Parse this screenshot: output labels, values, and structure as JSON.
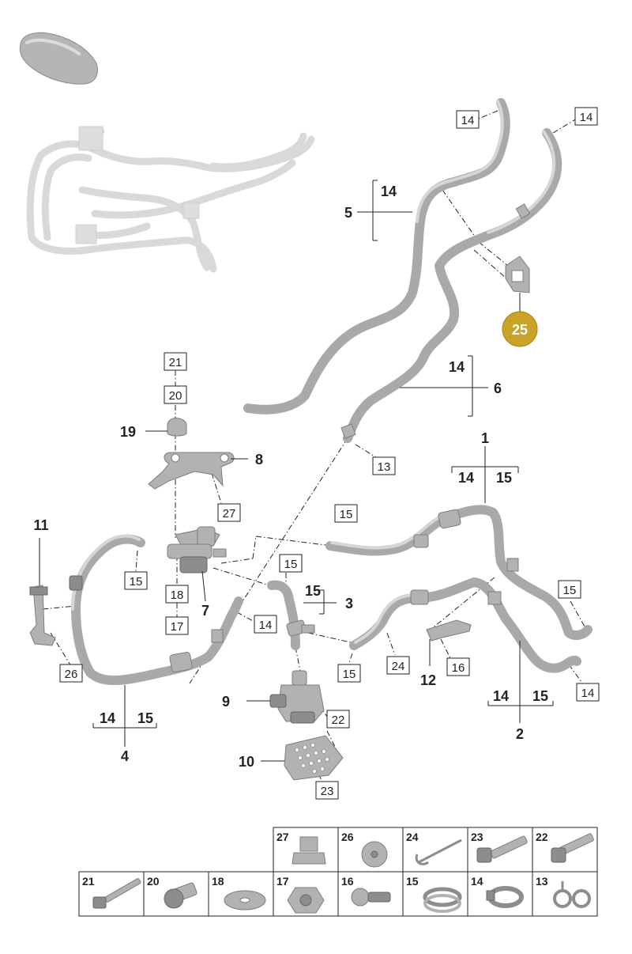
{
  "callouts": {
    "c1": "1",
    "c2": "2",
    "c3": "3",
    "c4": "4",
    "c5": "5",
    "c6": "6",
    "c7": "7",
    "c8": "8",
    "c9": "9",
    "c10": "10",
    "c11": "11",
    "c12": "12",
    "c19": "19",
    "c25": "25"
  },
  "bracket_refs": {
    "b5": "14",
    "b6": "14",
    "b1": [
      "14",
      "15"
    ],
    "b2": [
      "14",
      "15"
    ],
    "b4": [
      "14",
      "15"
    ],
    "b3": "15"
  },
  "boxes": {
    "b14_top_a": "14",
    "b14_top_b": "14",
    "b21": "21",
    "b20": "20",
    "b27": "27",
    "b13": "13",
    "b15_a": "15",
    "b15_b": "15",
    "b15_c": "15",
    "b15_d": "15",
    "b15_e": "15",
    "b18": "18",
    "b17": "17",
    "b14_mid": "14",
    "b24": "24",
    "b16": "16",
    "b14_right": "14",
    "b26": "26",
    "b22": "22",
    "b23": "23"
  },
  "parts_grid": {
    "row1": [
      "27",
      "26",
      "24",
      "23",
      "22"
    ],
    "row2": [
      "21",
      "20",
      "18",
      "17",
      "16",
      "15",
      "14",
      "13"
    ]
  },
  "colors": {
    "highlight": "#c9a227",
    "hose": "#a9a9a9"
  }
}
